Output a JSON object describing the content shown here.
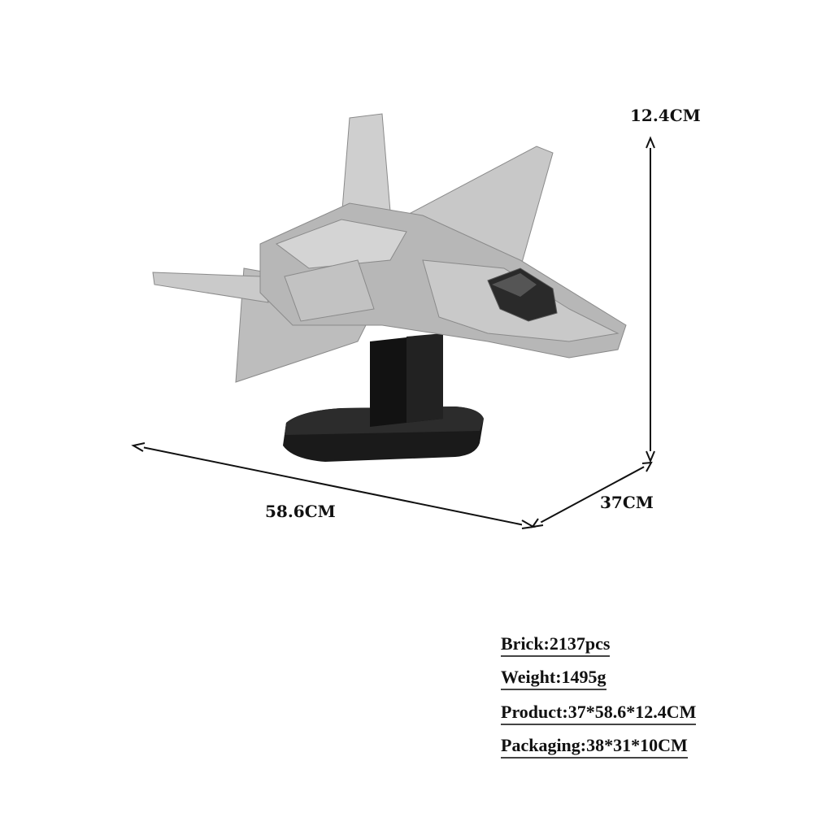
{
  "dimensions": {
    "height_label": "12.4CM",
    "length_label": "58.6CM",
    "width_label": "37CM"
  },
  "specs": [
    {
      "text": "Brick:2137pcs"
    },
    {
      "text": "Weight:1495g"
    },
    {
      "text": "Product:37*58.6*12.4CM"
    },
    {
      "text": "Packaging:38*31*10CM"
    }
  ],
  "product": {
    "type": "brick-built fighter jet model on display stand",
    "colors": {
      "body": "#bdbdbd",
      "stand": "#151515",
      "canopy": "#2a2a2a"
    }
  }
}
